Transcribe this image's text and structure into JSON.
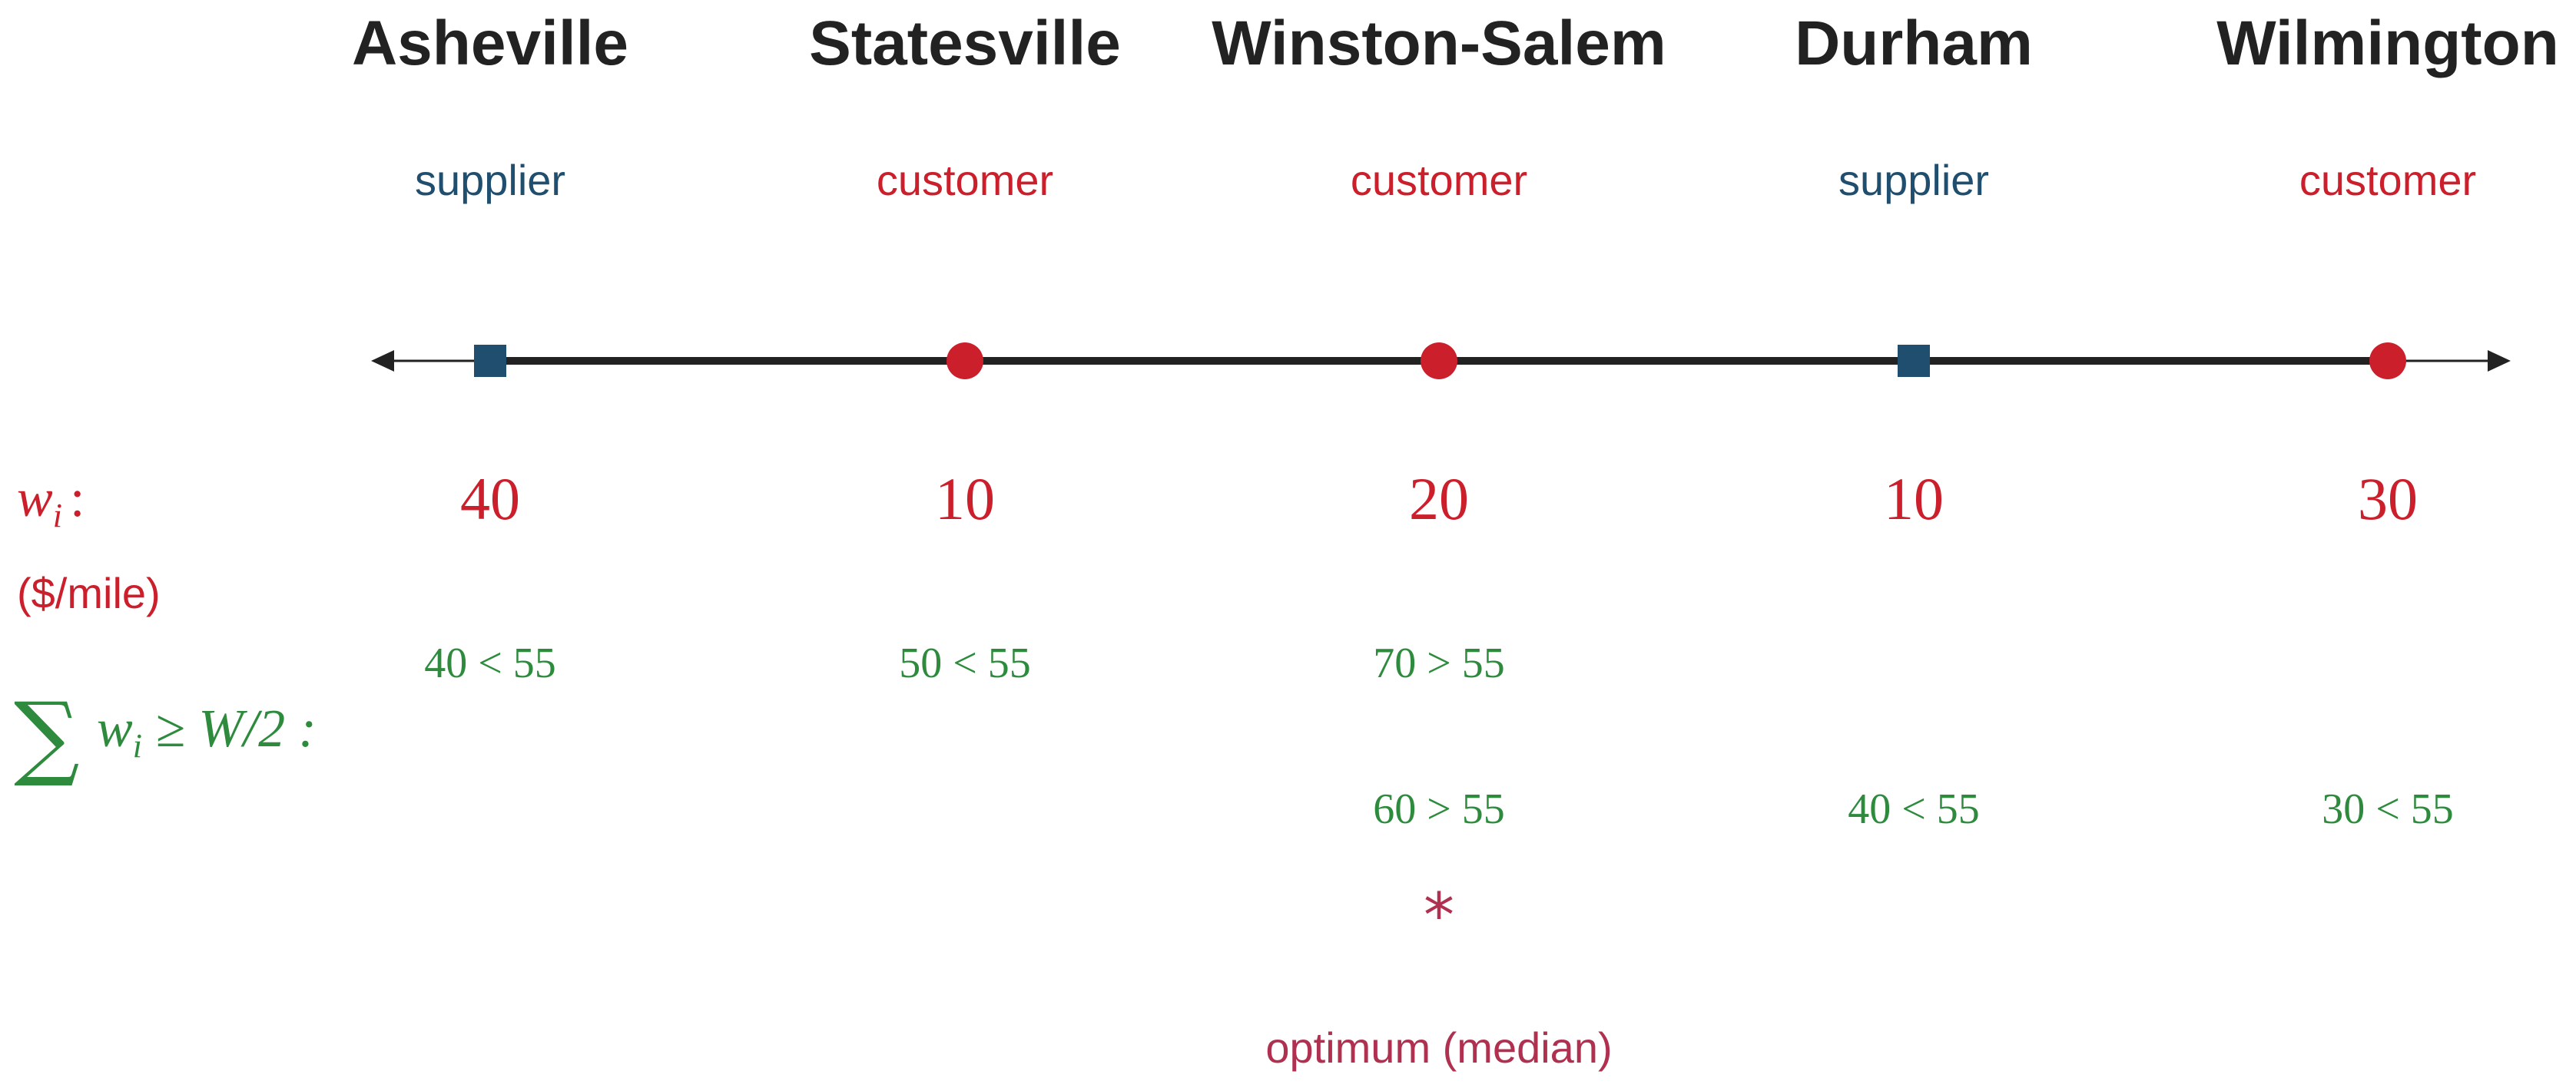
{
  "colors": {
    "supplier": "#1f4e6e",
    "customer": "#cc1f2c",
    "line": "#222222",
    "weight": "#cc1f2c",
    "cumulative": "#2e8b3e",
    "optimum": "#b03050"
  },
  "labels": {
    "weight_row": "w",
    "weight_row_sub": "i",
    "weight_row_colon": ":",
    "weight_unit": "($/mile)",
    "sum_symbol": "∑",
    "sum_row": "w",
    "sum_row_sub": "i",
    "sum_row_rest": " ≥ W/2 :",
    "optimum_star": "*",
    "optimum_text": "optimum (median)"
  },
  "locations": [
    {
      "name": "Asheville",
      "role": "supplier",
      "weight": "40",
      "cum_left": "40 < 55",
      "cum_right": ""
    },
    {
      "name": "Statesville",
      "role": "customer",
      "weight": "10",
      "cum_left": "50 < 55",
      "cum_right": ""
    },
    {
      "name": "Winston-Salem",
      "role": "customer",
      "weight": "20",
      "cum_left": "70 > 55",
      "cum_right": "60 > 55"
    },
    {
      "name": "Durham",
      "role": "supplier",
      "weight": "10",
      "cum_left": "",
      "cum_right": "40 < 55"
    },
    {
      "name": "Wilmington",
      "role": "customer",
      "weight": "30",
      "cum_left": "",
      "cum_right": "30 < 55"
    }
  ],
  "optimum_index": 2
}
